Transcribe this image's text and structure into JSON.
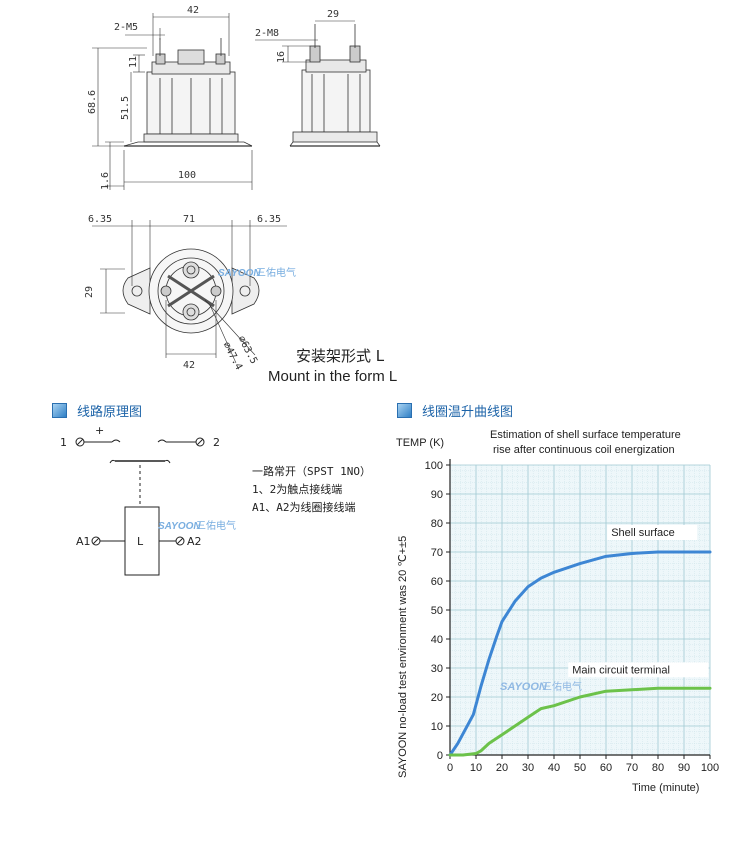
{
  "drawing": {
    "front": {
      "terminal": "2-M5",
      "width_top": "42",
      "height_a": "11",
      "height_total": "68.6",
      "height_body": "51.5",
      "base_thickness": "1.6",
      "base_width": "100"
    },
    "side": {
      "terminal": "2-M8",
      "width_top": "29",
      "height_a": "16"
    },
    "top": {
      "left_gap": "6.35",
      "center": "71",
      "right_gap": "6.35",
      "height": "29",
      "bottom": "42",
      "dia_outer": "⌀63.5",
      "dia_inner": "⌀47.4"
    },
    "caption_cn": "安装架形式 L",
    "caption_en": "Mount in the form L",
    "watermark_en": "SAYOON",
    "watermark_cn": "三佑电气"
  },
  "circuit": {
    "heading": "线路原理图",
    "terminal_1": "1",
    "terminal_2": "2",
    "plus": "+",
    "coil_label": "L",
    "a1": "A1",
    "a2": "A2",
    "desc_lines": [
      "一路常开（SPST 1NO）",
      "1、2为触点接线端",
      "A1、A2为线圈接线端"
    ]
  },
  "curve_section": {
    "heading": "线圈温升曲线图"
  },
  "chart_data": {
    "type": "line",
    "title_lines": [
      "Estimation of shell surface temperature",
      "rise after continuous coil energization"
    ],
    "ylabel_top": "TEMP (K)",
    "ylabel_side": "SAYOON no-load test environment was 20 ℃+±5",
    "xlabel": "Time (minute)",
    "xlim": [
      0,
      100
    ],
    "ylim": [
      0,
      100
    ],
    "xticks": [
      0,
      10,
      20,
      30,
      40,
      50,
      60,
      70,
      80,
      90,
      100
    ],
    "yticks": [
      0,
      10,
      20,
      30,
      40,
      50,
      60,
      70,
      80,
      90,
      100
    ],
    "grid": true,
    "series": [
      {
        "name": "Shell surface",
        "color": "#3d86d4",
        "x": [
          0,
          3,
          6,
          9,
          12,
          15,
          18,
          20,
          25,
          30,
          35,
          40,
          50,
          60,
          70,
          80,
          90,
          100
        ],
        "y": [
          0,
          4,
          9,
          14,
          24,
          33,
          41,
          46,
          53,
          58,
          61,
          63,
          66,
          68.5,
          69.5,
          70,
          70,
          70
        ]
      },
      {
        "name": "Main circuit terminal",
        "color": "#6cc24a",
        "x": [
          0,
          5,
          10,
          12,
          15,
          20,
          25,
          30,
          35,
          40,
          50,
          60,
          70,
          80,
          90,
          100
        ],
        "y": [
          0,
          0,
          0.5,
          1.5,
          4,
          7,
          10,
          13,
          16,
          17,
          20,
          22,
          22.5,
          23,
          23,
          23
        ]
      }
    ]
  }
}
